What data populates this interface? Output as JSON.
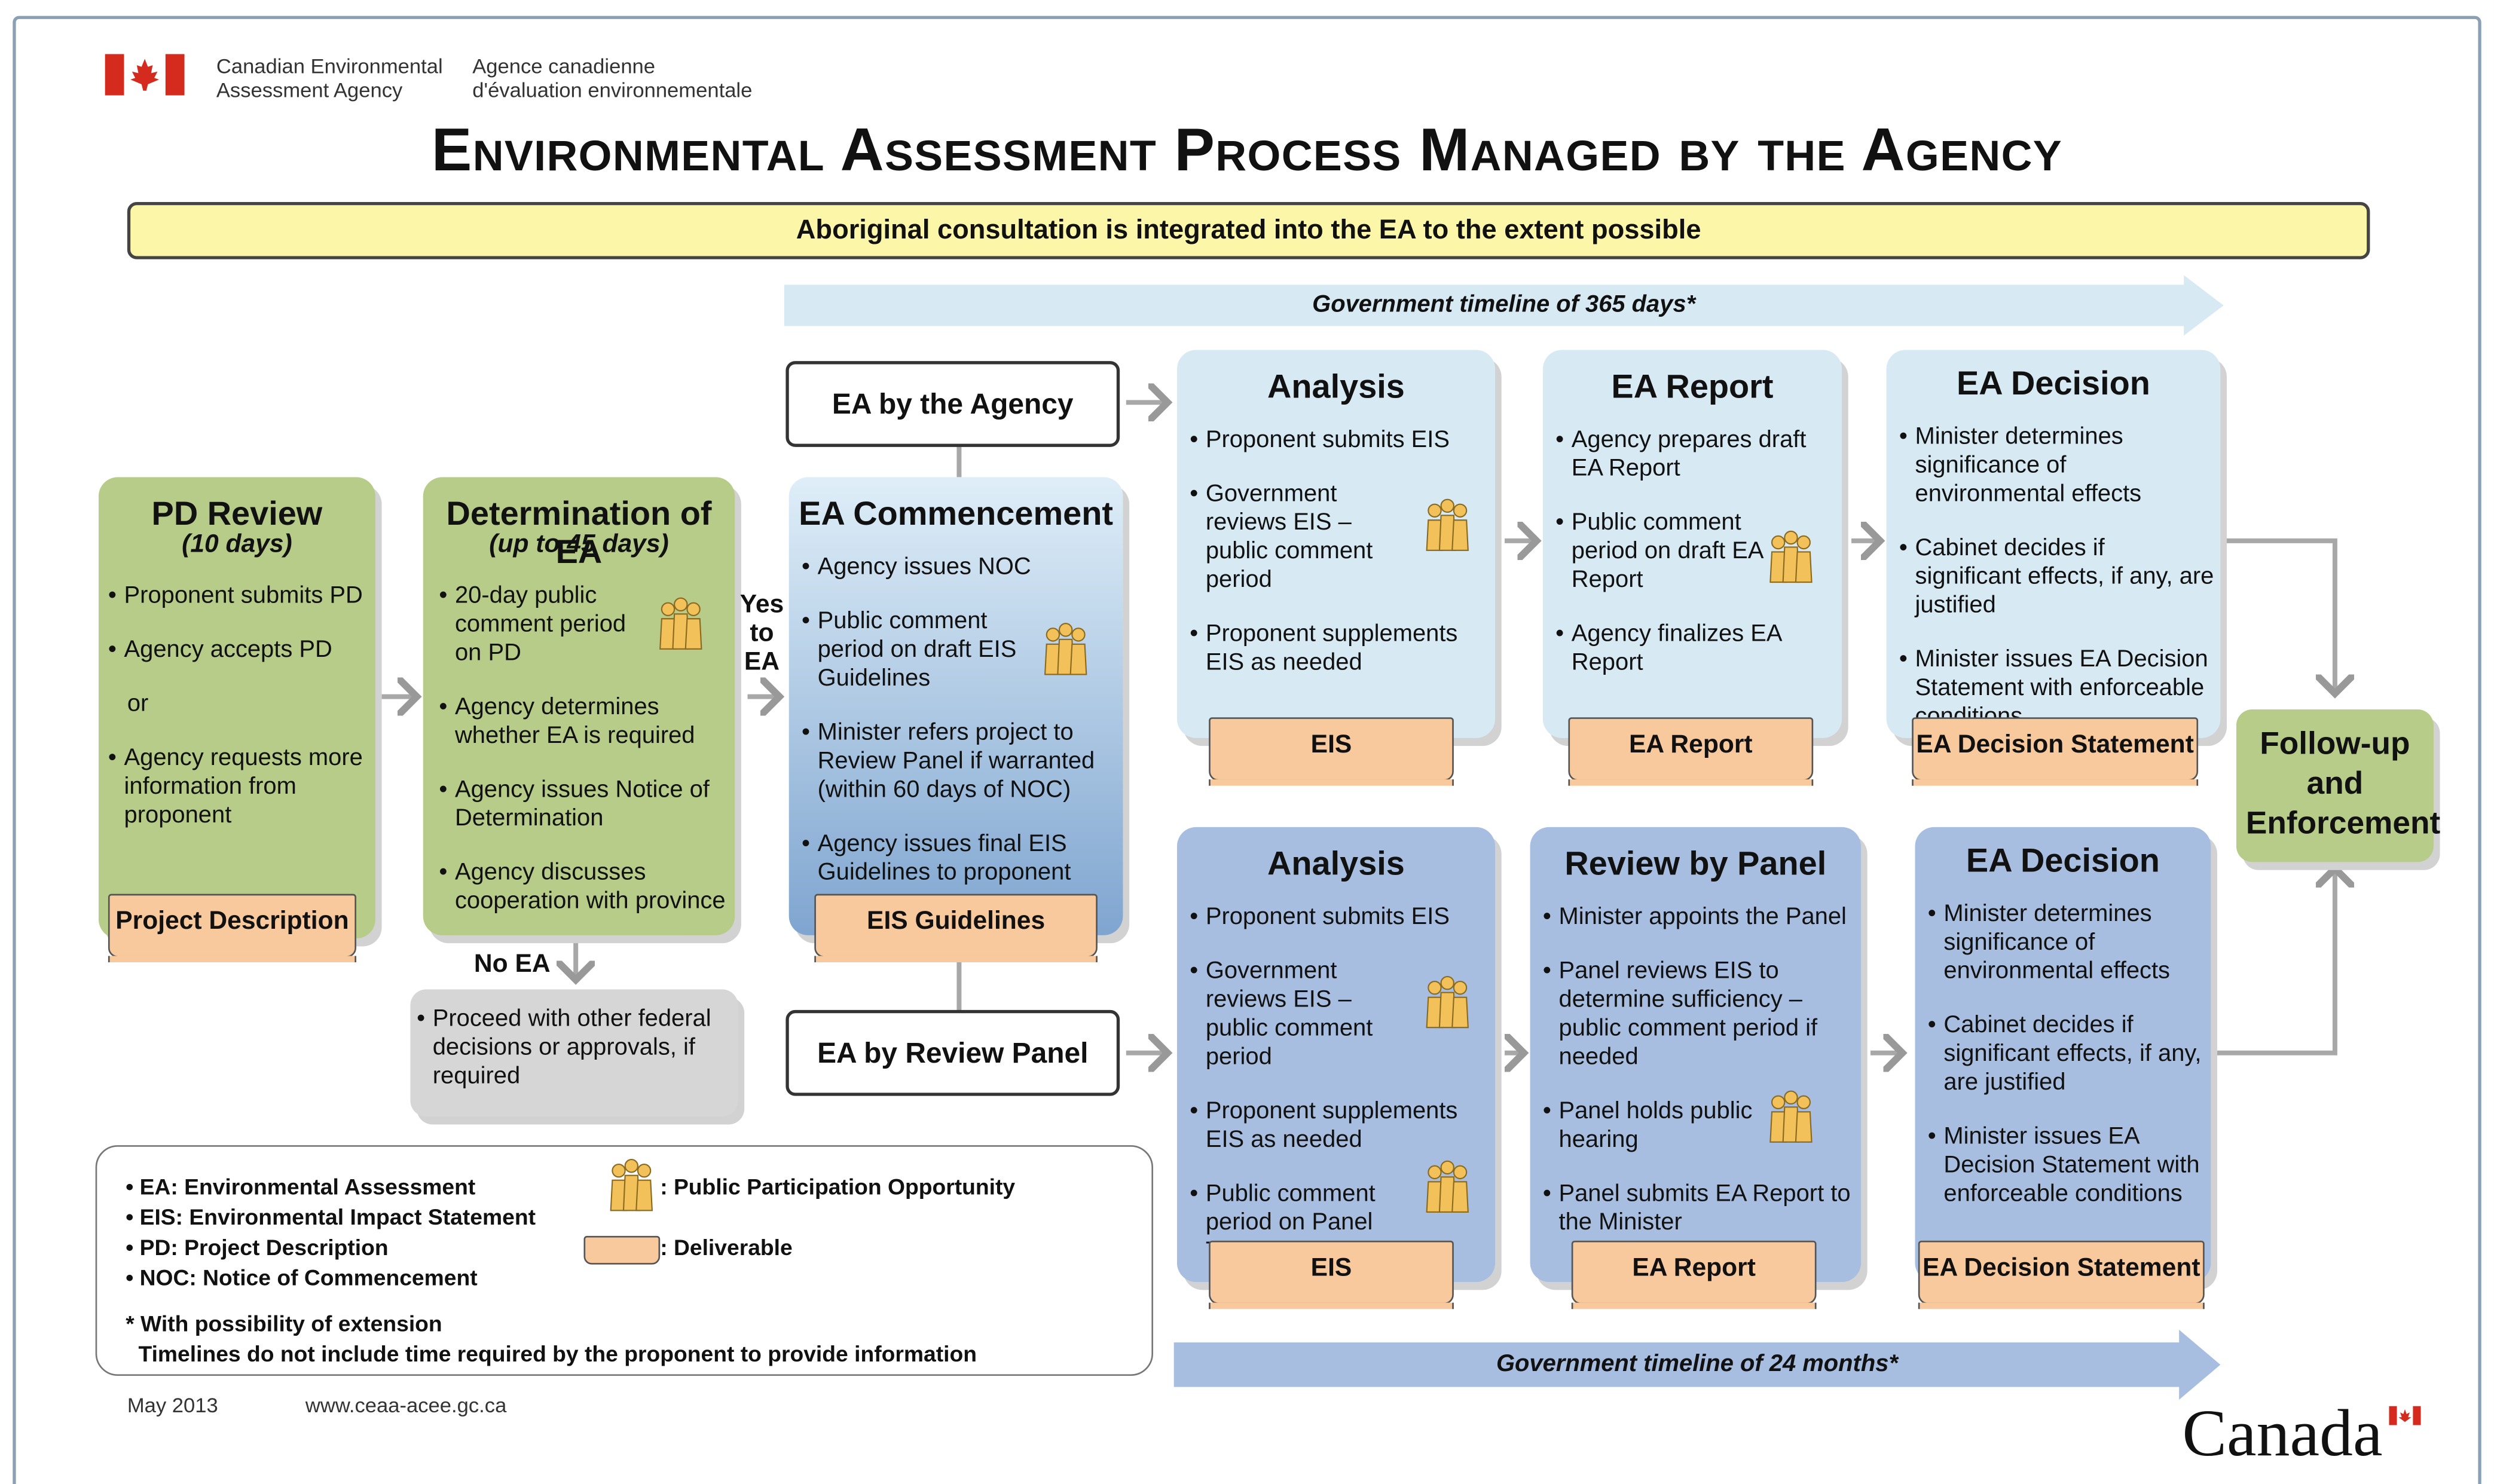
{
  "header": {
    "org_en": "Canadian Environmental\nAssessment Agency",
    "org_fr": "Agence canadienne\nd'évaluation environnementale",
    "title": "Environmental Assessment Process Managed by the Agency"
  },
  "banner": "Aboriginal consultation is integrated into the EA to the extent possible",
  "timelines": {
    "top": "Government timeline of 365 days*",
    "bottom": "Government timeline of 24 months*"
  },
  "pd_review": {
    "title": "PD Review",
    "subtitle": "(10 days)",
    "items": [
      "Proponent submits PD",
      "Agency accepts PD",
      "or",
      "Agency requests more information from proponent"
    ],
    "deliverable": "Project Description"
  },
  "determination": {
    "title": "Determination of EA",
    "subtitle": "(up to 45 days)",
    "items": [
      "20-day public comment period on PD",
      "Agency determines whether EA is required",
      "Agency issues Notice of Determination",
      "Agency discusses cooperation with province"
    ]
  },
  "yes_to_ea": "Yes\nto\nEA",
  "no_ea": {
    "label": "No EA",
    "text": "Proceed with other federal decisions or approvals, if required"
  },
  "commencement": {
    "title": "EA Commencement",
    "items": [
      "Agency issues NOC",
      "Public comment period on draft EIS Guidelines",
      "Minister refers project to Review Panel if warranted (within 60 days of NOC)",
      "Agency issues final EIS Guidelines to proponent"
    ],
    "deliverable": "EIS Guidelines"
  },
  "ea_by_agency": "EA by the Agency",
  "ea_by_panel": "EA by Review Panel",
  "agency_track": {
    "analysis": {
      "title": "Analysis",
      "items": [
        "Proponent submits EIS",
        "Government reviews EIS – public comment period",
        "Proponent supplements EIS as needed"
      ],
      "deliverable": "EIS"
    },
    "report": {
      "title": "EA Report",
      "items": [
        "Agency prepares draft EA Report",
        "Public comment period on draft EA Report",
        "Agency finalizes EA Report"
      ],
      "deliverable": "EA Report"
    },
    "decision": {
      "title": "EA Decision",
      "items": [
        "Minister determines significance of environmental effects",
        "Cabinet decides if significant effects, if any, are justified",
        "Minister issues EA Decision Statement with enforceable conditions"
      ],
      "deliverable": "EA Decision Statement"
    }
  },
  "panel_track": {
    "analysis": {
      "title": "Analysis",
      "items": [
        "Proponent submits EIS",
        "Government reviews EIS – public comment period",
        "Proponent supplements EIS as needed",
        "Public comment period on Panel Terms of Reference"
      ],
      "deliverable": "EIS"
    },
    "review": {
      "title": "Review by Panel",
      "items": [
        "Minister appoints the Panel",
        "Panel reviews EIS to determine sufficiency – public comment period if needed",
        "Panel holds public hearing",
        "Panel submits EA Report to the Minister"
      ],
      "deliverable": "EA Report"
    },
    "decision": {
      "title": "EA Decision",
      "items": [
        "Minister determines significance of environmental effects",
        "Cabinet decides if significant effects, if any, are justified",
        "Minister issues EA Decision Statement with enforceable conditions"
      ],
      "deliverable": "EA Decision Statement"
    }
  },
  "followup": "Follow-up and Enforcement",
  "legend": {
    "abbreviations": [
      "EA: Environmental Assessment",
      "EIS: Environmental Impact Statement",
      "PD: Project Description",
      "NOC: Notice of Commencement"
    ],
    "public_participation": ": Public Participation Opportunity",
    "deliverable": ": Deliverable",
    "footnote1": "* With possibility of extension",
    "footnote2": "Timelines do not include time required by the proponent to provide information"
  },
  "footer": {
    "date": "May 2013",
    "url": "www.ceaa-acee.gc.ca",
    "wordmark": "Canada"
  },
  "colors": {
    "green_box": "#b6cc88",
    "blue_box": "#a7bee1",
    "light_blue_box": "#d7eaf4",
    "deliverable": "#f8c99c",
    "banner": "#fbf6a8",
    "people_icon": "#f2c15a"
  }
}
